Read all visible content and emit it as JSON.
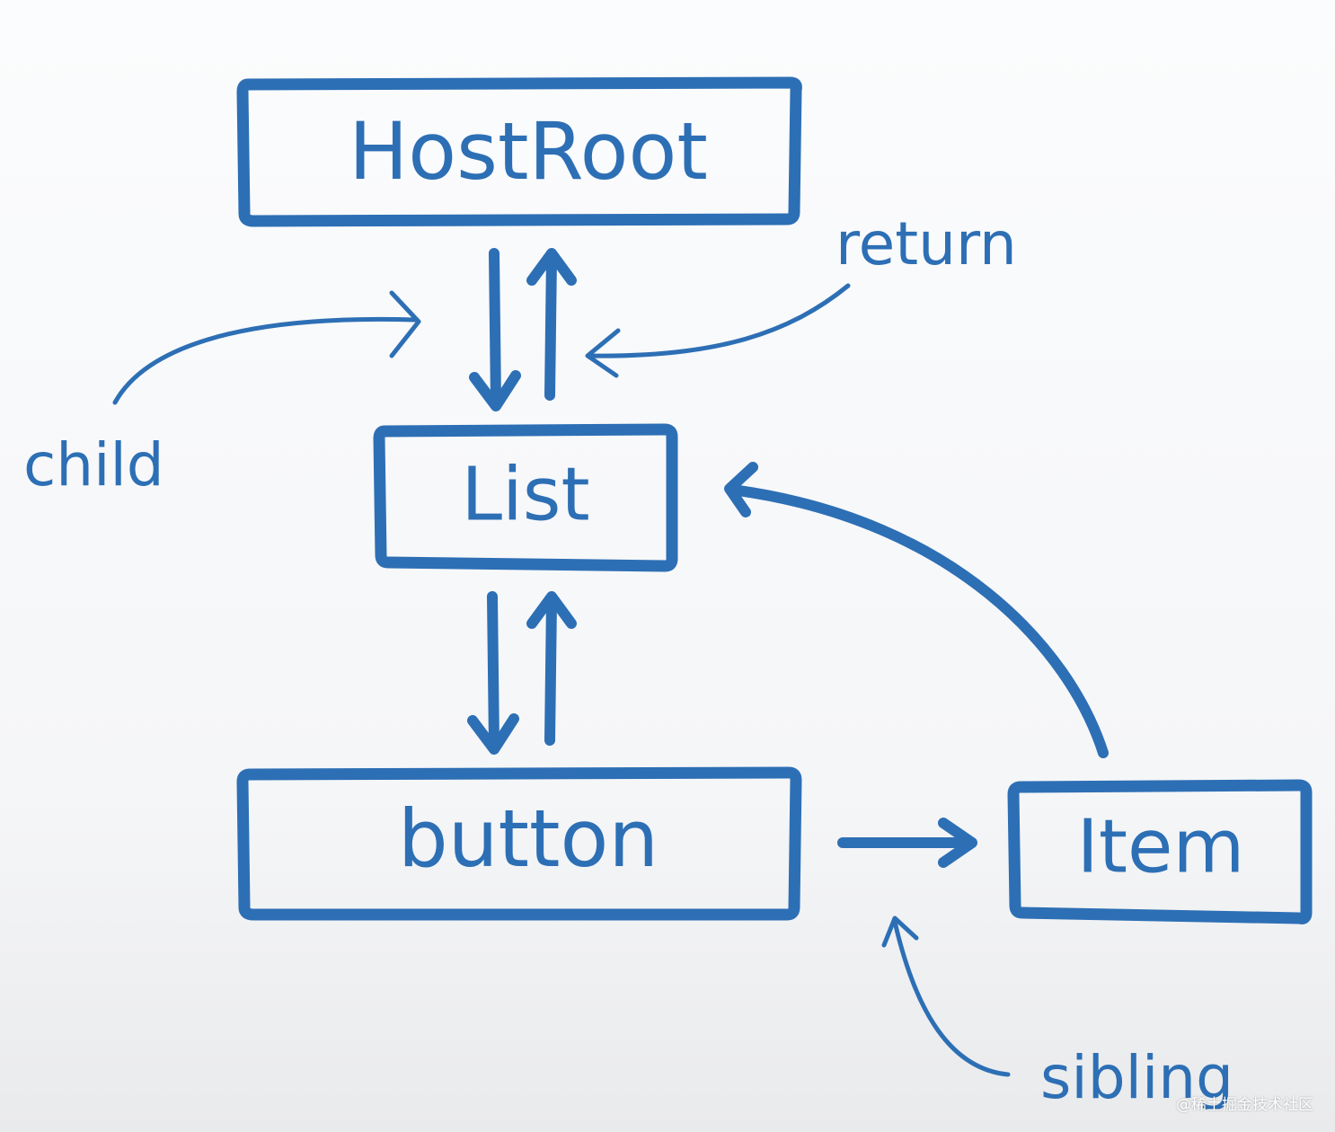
{
  "nodes": {
    "hostroot": "HostRoot",
    "list": "List",
    "button": "button",
    "item": "Item"
  },
  "labels": {
    "child": "child",
    "return": "return",
    "sibling": "sibling"
  },
  "watermark": "@稀土掘金技术社区",
  "colors": {
    "stroke": "#2d6fb5",
    "background": "#fbfcfd"
  }
}
